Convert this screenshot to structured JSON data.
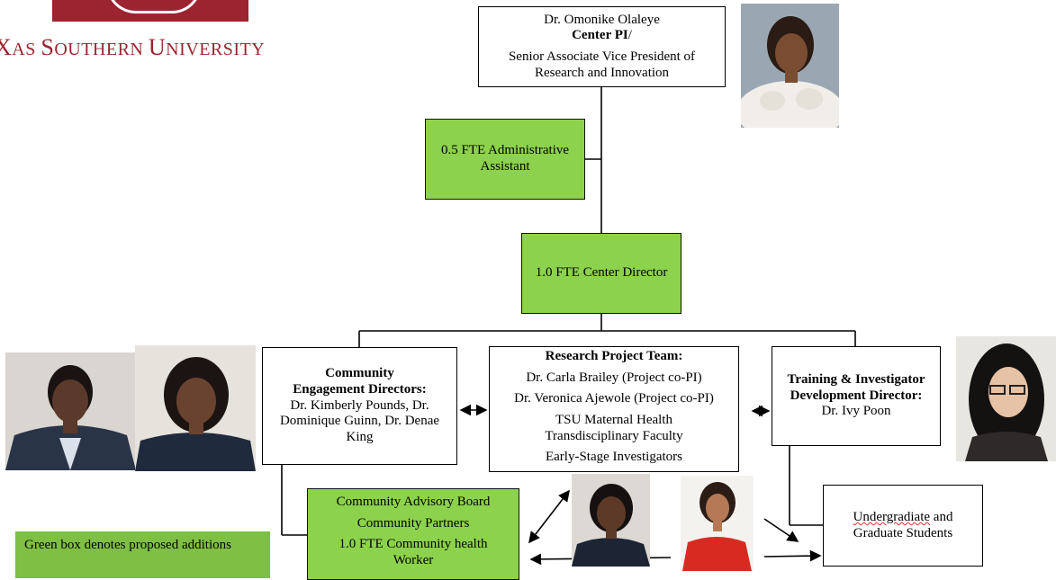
{
  "logo": {
    "name_first": "X",
    "name_rest_1": "AS ",
    "name_s": "S",
    "name_rest_2": "OUTHERN ",
    "name_u": "U",
    "name_rest_3": "NIVERSITY"
  },
  "top": {
    "line1": "Dr. Omonike Olaleye",
    "line2": "Center PI",
    "line2_suffix": "/",
    "line3": "Senior Associate Vice President of Research and Innovation"
  },
  "admin": {
    "label": "0.5 FTE Administrative Assistant"
  },
  "director": {
    "label": "1.0 FTE Center Director"
  },
  "community_engagement": {
    "title": "Community Engagement Directors:",
    "names": "Dr. Kimberly Pounds, Dr. Dominique Guinn, Dr. Denae King"
  },
  "research_team": {
    "title": "Research Project Team:",
    "line1": "Dr. Carla Brailey (Project co-PI)",
    "line2": "Dr. Veronica Ajewole (Project co-PI)",
    "line3": "TSU Maternal Health Transdisciplinary Faculty",
    "line4": "Early-Stage Investigators"
  },
  "training": {
    "title": "Training & Investigator Development Director:",
    "name": "Dr. Ivy Poon"
  },
  "community_board": {
    "line1": "Community Advisory Board",
    "line2": "Community Partners",
    "line3": "1.0 FTE Community health Worker"
  },
  "students": {
    "word1": "Undergradiate",
    "rest": " and Graduate Students"
  },
  "legend": {
    "text": "Green box denotes proposed additions"
  },
  "colors": {
    "green_box": "#8cd24c",
    "legend_green": "#7ebf44",
    "logo_red": "#9c2330"
  }
}
